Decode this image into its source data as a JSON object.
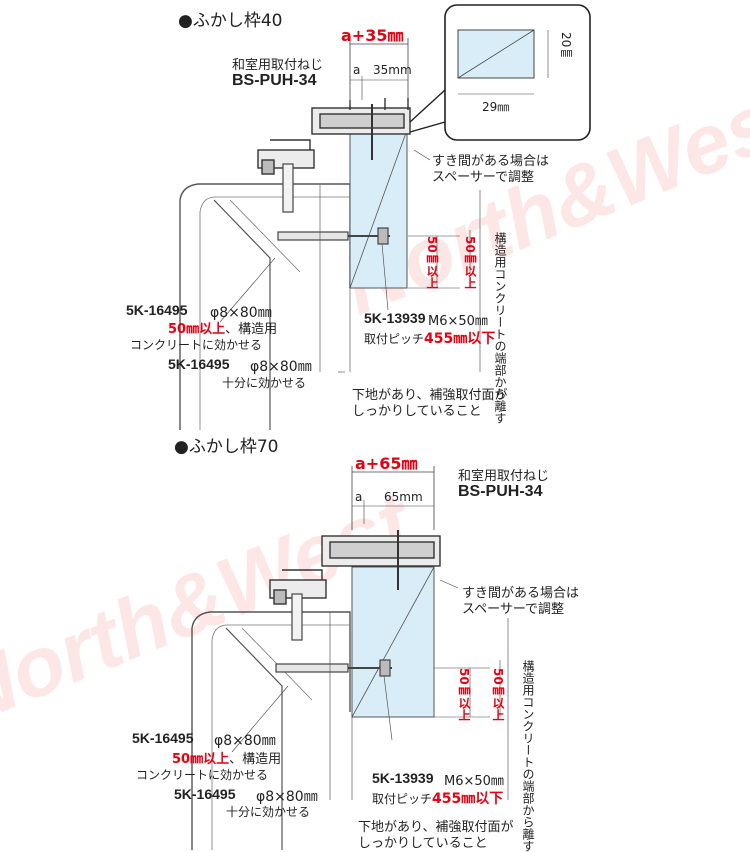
{
  "watermark": "North&West",
  "colors": {
    "accent_red": "#e60012",
    "wood_blue": "#d9edf8"
  },
  "top": {
    "title": "●ふかし枠40",
    "dim_total": "a+35㎜",
    "dim_a": "a",
    "dim_35": "35mm",
    "screw_label": "和室用取付ねじ",
    "screw_model": "BS-PUH-34",
    "inset_20": "20㎜",
    "inset_29": "29㎜",
    "gap_note": [
      "すき間がある場合は",
      "スペーサーで調整"
    ],
    "anchor_1": {
      "model": "5K-16495",
      "spec": "φ8×80㎜",
      "red": "50㎜以上",
      "after": "、構造用",
      "line2": "コンクリートに効かせる"
    },
    "anchor_2": {
      "model": "5K-16495",
      "spec": "φ8×80㎜",
      "line2": "十分に効かせる"
    },
    "bolt": {
      "model": "5K-13939",
      "spec": "M6×50㎜",
      "pitch_label": "取付ピッチ",
      "pitch_red": "455㎜以下"
    },
    "v_50_a": "50㎜以上",
    "v_50_b": "50㎜以上",
    "v_note": "構造用コンクリートの端部から離す",
    "base_note": [
      "下地があり、補強取付面が",
      "しっかりしていること"
    ]
  },
  "bottom": {
    "title": "●ふかし枠70",
    "dim_total": "a+65㎜",
    "dim_a": "a",
    "dim_65": "65mm",
    "screw_label": "和室用取付ねじ",
    "screw_model": "BS-PUH-34",
    "gap_note": [
      "すき間がある場合は",
      "スペーサーで調整"
    ],
    "anchor_1": {
      "model": "5K-16495",
      "spec": "φ8×80㎜",
      "red": "50㎜以上",
      "after": "、構造用",
      "line2": "コンクリートに効かせる"
    },
    "anchor_2": {
      "model": "5K-16495",
      "spec": "φ8×80㎜",
      "line2": "十分に効かせる"
    },
    "bolt": {
      "model": "5K-13939",
      "spec": "M6×50㎜",
      "pitch_label": "取付ピッチ",
      "pitch_red": "455㎜以下"
    },
    "v_50_a": "50㎜以上",
    "v_50_b": "50㎜以上",
    "v_note": "構造用コンクリートの端部から離す",
    "base_note": [
      "下地があり、補強取付面が",
      "しっかりしていること"
    ]
  }
}
